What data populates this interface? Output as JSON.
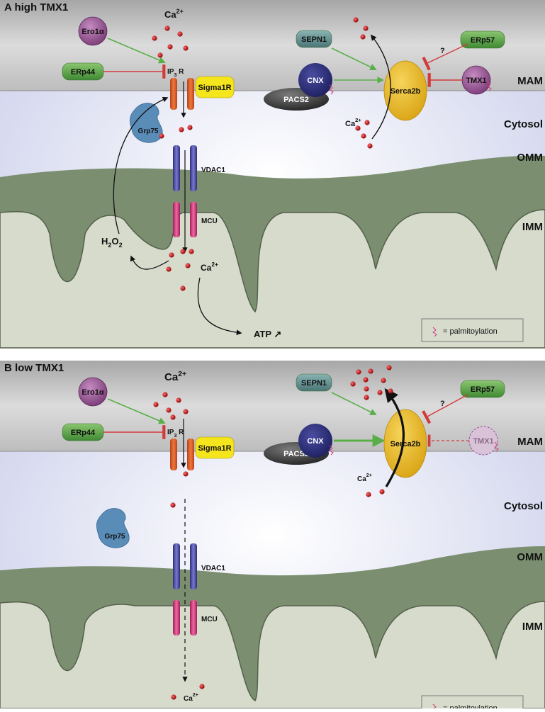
{
  "panels": [
    {
      "letter": "A",
      "title": "high TMX1",
      "ero1": "Ero1α",
      "erp44": "ERp44",
      "ip3r": "IP",
      "ip3r_sub": "3",
      "ip3r_r": "R",
      "sigma": "Sigma1R",
      "grp75": "Grp75",
      "vdac": "VDAC1",
      "mcu": "MCU",
      "h2o2": "H",
      "h2o2_sub1": "2",
      "h2o2_mid": "O",
      "h2o2_sub2": "2",
      "ca_top": "Ca",
      "ca_top_sup": "2+",
      "ca_mito": "Ca",
      "ca_mito_sup": "2+",
      "atp": "ATP ↗",
      "sepn1": "SEPN1",
      "cnx": "CNX",
      "pacs2": "PACS2",
      "serca": "Serca2b",
      "erp57": "ERp57",
      "tmx1": "TMX1",
      "question": "?",
      "ca_cyto": "Ca",
      "ca_cyto_sup": "2+",
      "mam": "MAM",
      "cytosol": "Cytosol",
      "omm": "OMM",
      "imm": "IMM",
      "legend": "= palmitoylation"
    },
    {
      "letter": "B",
      "title": "low TMX1",
      "ero1": "Ero1α",
      "erp44": "ERp44",
      "ip3r": "IP",
      "ip3r_sub": "3",
      "ip3r_r": "R",
      "sigma": "Sigma1R",
      "grp75": "Grp75",
      "vdac": "VDAC1",
      "mcu": "MCU",
      "ca_top": "Ca",
      "ca_top_sup": "2+",
      "ca_mito": "Ca",
      "ca_mito_sup": "2+",
      "sepn1": "SEPN1",
      "cnx": "CNX",
      "pacs2": "PACS2",
      "serca": "Serca2b",
      "erp57": "ERp57",
      "tmx1": "TMX1",
      "question": "?",
      "ca_cyto": "Ca",
      "ca_cyto_sup": "2+",
      "mam": "MAM",
      "cytosol": "Cytosol",
      "omm": "OMM",
      "imm": "IMM",
      "legend": "= palmitoylation"
    }
  ],
  "colors": {
    "er_band_top": "#9a9a9a",
    "er_band_bottom": "#e4e4e4",
    "cytosol_center": "#ffffff",
    "cytosol_edge": "#cfd2ee",
    "mito_outer": "#7b8f70",
    "mito_inner": "#d6dbcc",
    "ip3r": "#e4632a",
    "vdac": "#4a4aa0",
    "mcu": "#d03a7a",
    "sigma": "#f5e51c",
    "green_pill": "#5ea84a",
    "teal_pill": "#5f8f8f",
    "purple": "#9a4f96",
    "cnx": "#2d2f72",
    "pacs2": "#3a3a3a",
    "serca": "#e8b822",
    "grp75": "#5a8cb8",
    "activation": "#5aae48",
    "inhibition": "#d33a3a",
    "calcium": "#b01010"
  }
}
